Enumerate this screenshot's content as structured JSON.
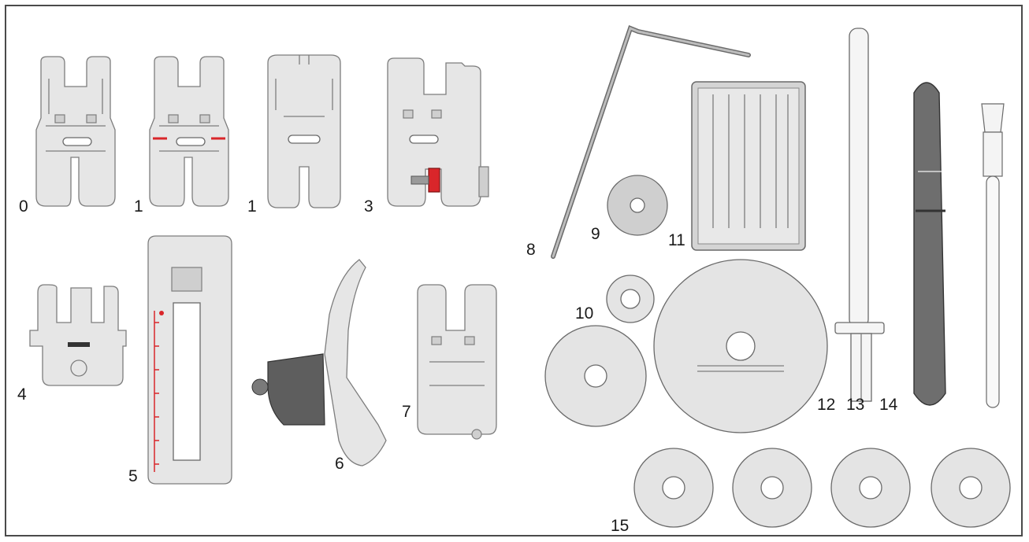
{
  "labels": {
    "foot_0": "0",
    "foot_1a": "1",
    "foot_1b": "1",
    "foot_3": "3",
    "foot_4": "4",
    "foot_5": "5",
    "foot_6": "6",
    "foot_7": "7",
    "tool_8": "8",
    "tool_9": "9",
    "tool_10": "10",
    "tool_11": "11",
    "tool_12": "12",
    "tool_13": "13",
    "tool_14": "14",
    "tool_15": "15"
  },
  "colors": {
    "outline": "#7d7d7d",
    "metal_light": "#e6e6e6",
    "metal_dark": "#5e5e5e",
    "accent_red": "#d9262a"
  }
}
